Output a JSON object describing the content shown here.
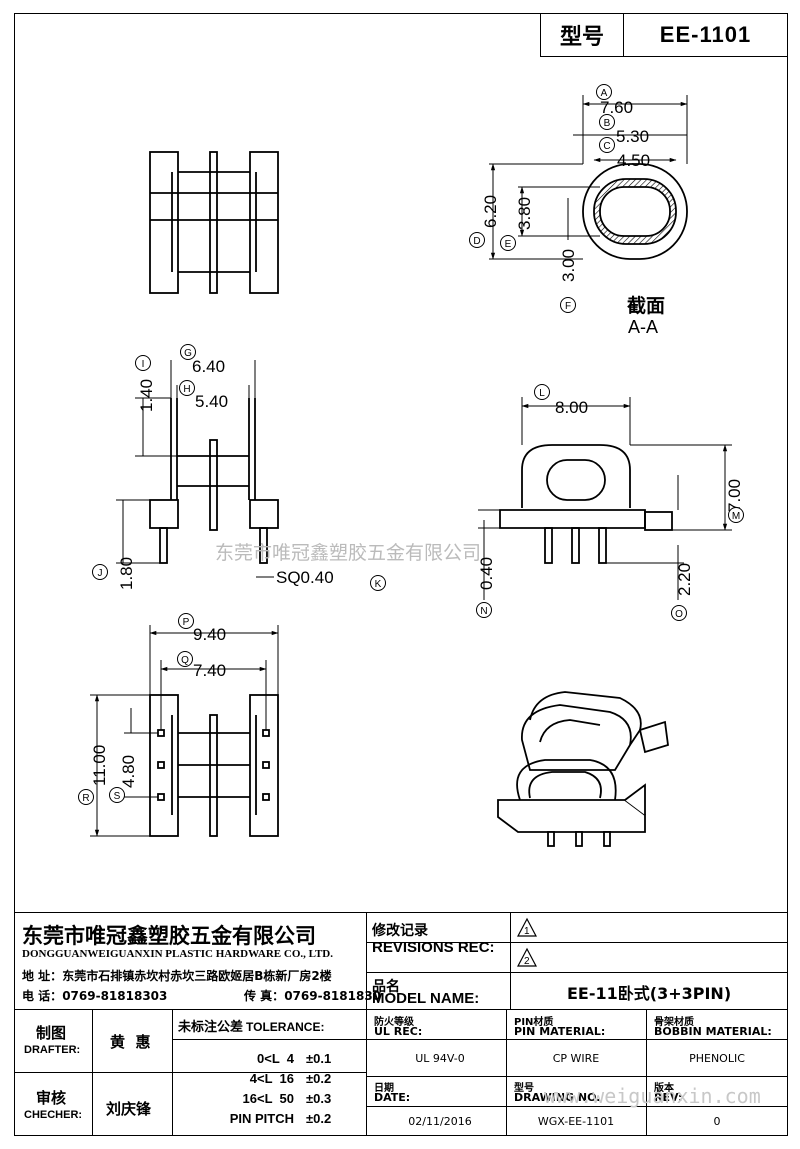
{
  "header": {
    "model_label": "型号",
    "model_value": "EE-1101"
  },
  "dimensions": {
    "A": "7.60",
    "B": "5.30",
    "C": "4.50",
    "D": "6.20",
    "E": "3.80",
    "F": "3.00",
    "G": "6.40",
    "H": "5.40",
    "I": "1.40",
    "J": "1.80",
    "K": "SQ0.40",
    "L": "8.00",
    "M": "7.00",
    "N": "0.40",
    "O": "2.20",
    "P": "9.40",
    "Q": "7.40",
    "R": "11.00",
    "S": "4.80"
  },
  "markers": [
    "A",
    "B",
    "C",
    "D",
    "E",
    "F",
    "G",
    "H",
    "I",
    "J",
    "K",
    "L",
    "M",
    "N",
    "O",
    "P",
    "Q",
    "R",
    "S"
  ],
  "section_label": {
    "title": "截面",
    "sub": "A-A"
  },
  "watermark": "东莞市唯冠鑫塑胶五金有限公司",
  "watermark_url": "www.weiguanxin.com",
  "company": {
    "name_cn": "东莞市唯冠鑫塑胶五金有限公司",
    "name_en": "DONGGUANWEIGUANXIN PLASTIC HARDWARE CO., LTD.",
    "address_label": "地  址：",
    "address": "东莞市石排镇赤坎村赤坎三路欧姬居B栋新厂房2楼",
    "phone_label": "电  话：",
    "phone": "0769-81818303",
    "fax_label": "传  真：",
    "fax": "0769-8181830"
  },
  "revisions": {
    "label_cn": "修改记录",
    "label_en": "REVISIONS REC:",
    "rev1": "1",
    "rev2": "2"
  },
  "model_name": {
    "label_cn": "品名",
    "label_en": "MODEL NAME:",
    "value": "EE-11卧式(3+3PIN)"
  },
  "drafter": {
    "label_cn": "制图",
    "label_en": "DRAFTER:",
    "name": "黄  惠"
  },
  "checker": {
    "label_cn": "审核",
    "label_en": "CHECHER:",
    "name": "刘庆锋"
  },
  "tolerance": {
    "label_cn": "未标注公差",
    "label_en": "TOLERANCE:",
    "rows": [
      {
        "range": "0<L  4",
        "tol": "±0.1"
      },
      {
        "range": "4<L  16",
        "tol": "±0.2"
      },
      {
        "range": "16<L  50",
        "tol": "±0.3"
      },
      {
        "range": "PIN PITCH",
        "tol": "±0.2"
      }
    ]
  },
  "ul": {
    "label_cn": "防火等级",
    "label_en": "UL REC:",
    "value": "UL 94V-0"
  },
  "pin_material": {
    "label_cn": "PIN材质",
    "label_en": "PIN MATERIAL:",
    "value": "CP WIRE"
  },
  "bobbin_material": {
    "label_cn": "骨架材质",
    "label_en": "BOBBIN MATERIAL:",
    "value": "PHENOLIC"
  },
  "date": {
    "label_cn": "日期",
    "label_en": "DATE:",
    "value": "02/11/2016"
  },
  "drawing_no": {
    "label_cn": "型号",
    "label_en": "DRAWING NO.",
    "value": "WGX-EE-1101"
  },
  "rev": {
    "label_cn": "版本",
    "label_en": "REV:",
    "value": "0"
  }
}
